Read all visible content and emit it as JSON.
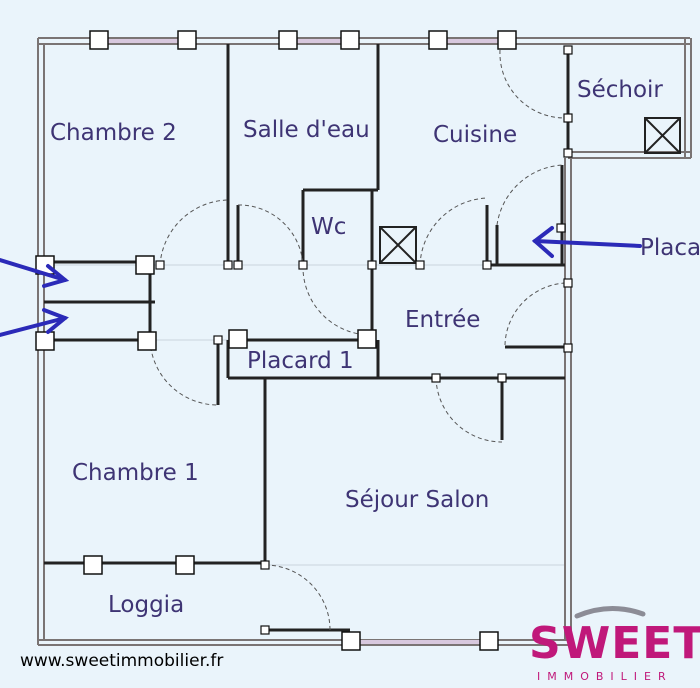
{
  "rooms": {
    "chambre2": "Chambre 2",
    "salle_eau": "Salle d'eau",
    "cuisine": "Cuisine",
    "sechoir": "Séchoir",
    "wc": "Wc",
    "placard_edge": "Placa",
    "entree": "Entrée",
    "placard1": "Placard 1",
    "chambre1": "Chambre 1",
    "sejour": "Séjour Salon",
    "loggia": "Loggia"
  },
  "footer": {
    "website": "www.sweetimmobilier.fr",
    "brand": "SWEET",
    "brand_sub": "IMMOBILIER"
  },
  "colors": {
    "background": "#eaf4fb",
    "wall": "#7a7474",
    "label": "#3e3474",
    "arrow": "#2b2ab8",
    "brand": "#c0187a"
  }
}
